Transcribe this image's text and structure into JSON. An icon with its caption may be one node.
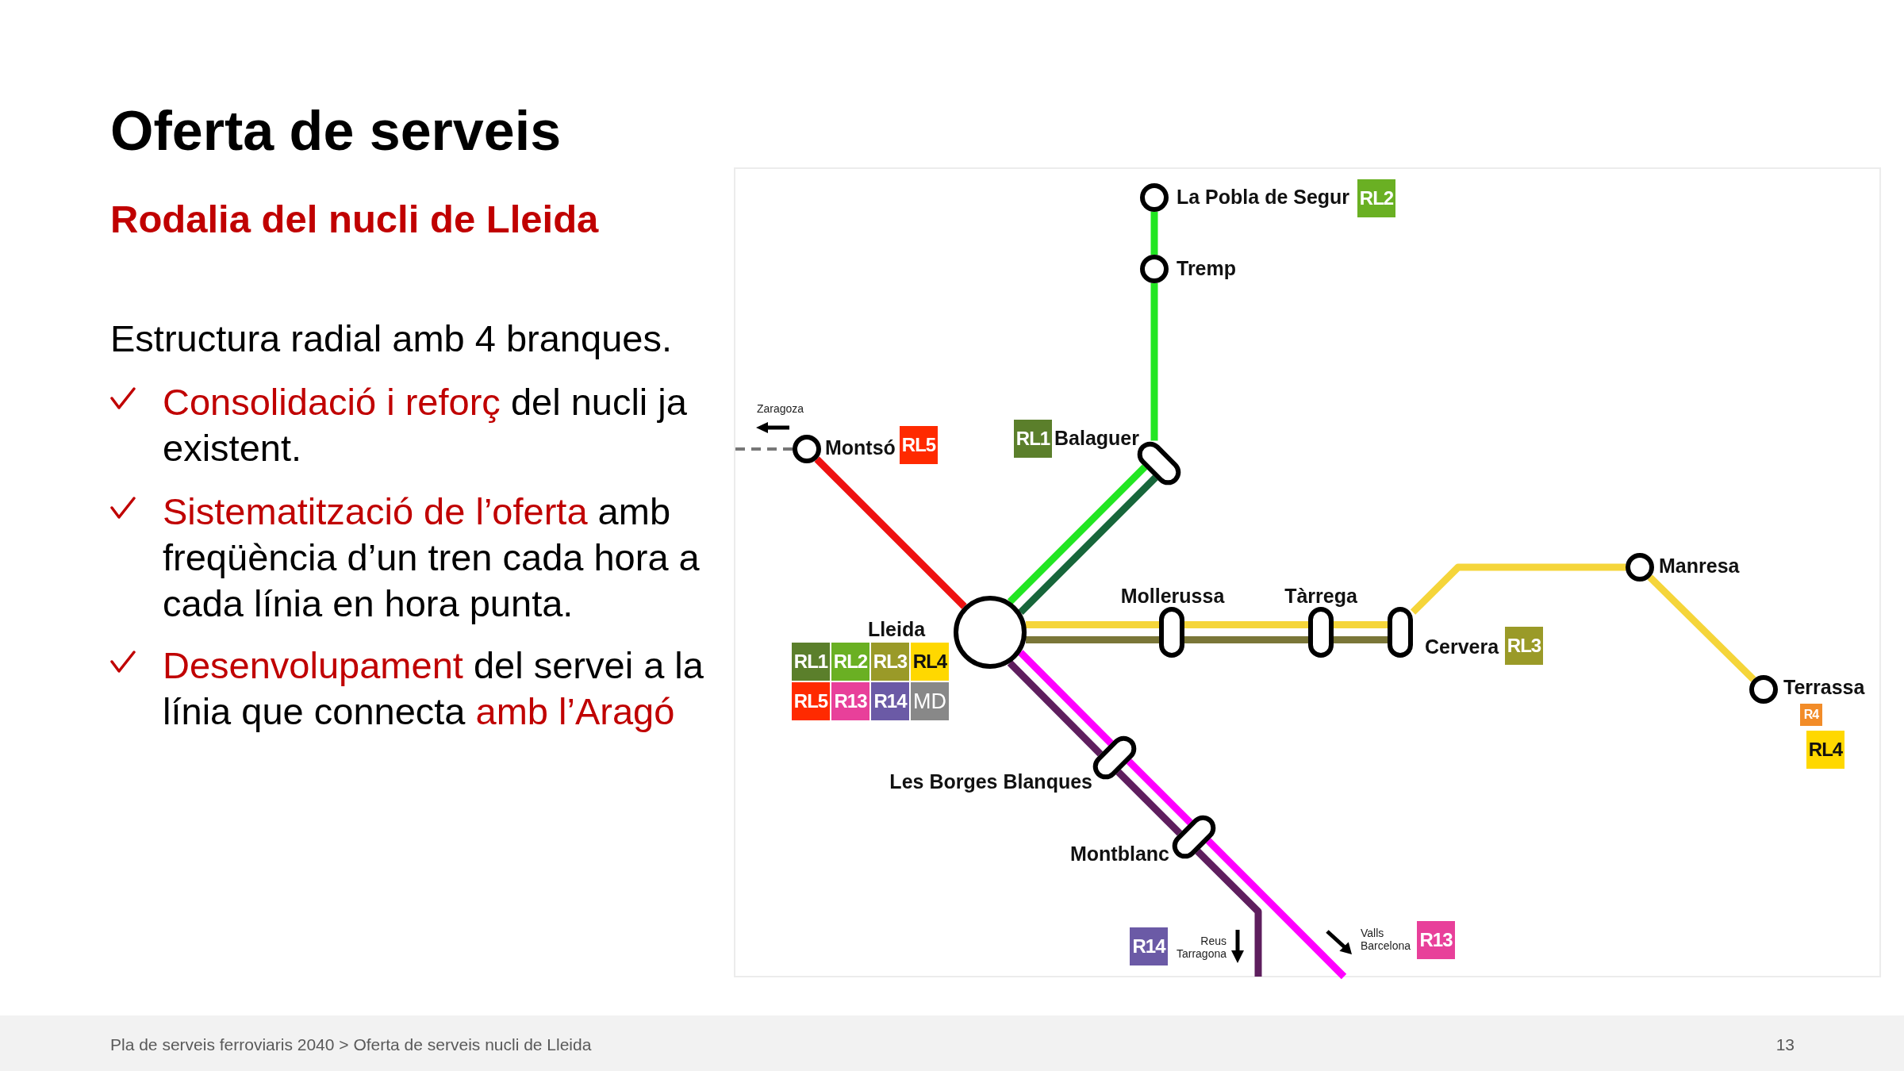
{
  "diagram": {
    "title": "Oferta de serveis",
    "nodes": [
      {
        "text": [
          "La Pobla de Segur"
        ]
      },
      {
        "text": [
          "RL2"
        ]
      },
      {
        "text": [
          "Tremp"
        ]
      },
      {
        "text": [
          "Montsó"
        ]
      },
      {
        "text": [
          "RL5"
        ]
      },
      {
        "text": [
          "RL1"
        ]
      },
      {
        "text": [
          "Balaguer"
        ]
      },
      {
        "text": [
          "Manresa"
        ]
      },
      {
        "text": [
          "Mollerussa"
        ]
      },
      {
        "text": [
          "Tàrrega"
        ]
      },
      {
        "text": [
          "Lleida"
        ]
      },
      {
        "text": [
          "RL1"
        ]
      },
      {
        "text": [
          "RL2"
        ]
      },
      {
        "text": [
          "RL3"
        ]
      },
      {
        "text": [
          "RL4"
        ]
      },
      {
        "text": [
          "RL5"
        ]
      },
      {
        "text": [
          "R13"
        ]
      },
      {
        "text": [
          "R14"
        ]
      },
      {
        "text": [
          "MD"
        ]
      },
      {
        "text": [
          "Cervera"
        ]
      },
      {
        "text": [
          "RL3"
        ]
      },
      {
        "text": [
          "Terrassa"
        ]
      },
      {
        "text": [
          "R4"
        ]
      },
      {
        "text": [
          "RL4"
        ]
      },
      {
        "text": [
          "Les Borges Blanques"
        ]
      },
      {
        "text": [
          "Montblanc"
        ]
      },
      {
        "text": [
          "R14"
        ],
        "beside": [
          "Reus Tarragona"
        ]
      },
      {
        "text": [
          "R13"
        ],
        "beside": [
          "Valls Barcelona"
        ]
      }
    ],
    "edges": [
      {
        "from": 10,
        "to": 6,
        "arrow": "none",
        "color": "#22e622"
      },
      {
        "from": 10,
        "to": 6,
        "arrow": "none",
        "color": "#17663a"
      },
      {
        "from": 6,
        "to": 2,
        "arrow": "none",
        "color": "#22e622"
      },
      {
        "from": 2,
        "to": 0,
        "arrow": "none",
        "color": "#22e622"
      },
      {
        "from": 10,
        "to": 3,
        "arrow": "none",
        "color": "#ee1111"
      },
      {
        "from": 3,
        "to": null,
        "arrow": "none",
        "style": "dashed",
        "color": "#777777"
      },
      {
        "from": 10,
        "to": 8,
        "arrow": "none",
        "color": "#f5d53a"
      },
      {
        "from": 10,
        "to": 8,
        "arrow": "none",
        "color": "#7a7638"
      },
      {
        "from": 8,
        "to": 9,
        "arrow": "none",
        "color": "#f5d53a"
      },
      {
        "from": 8,
        "to": 9,
        "arrow": "none",
        "color": "#7a7638"
      },
      {
        "from": 9,
        "to": 19,
        "arrow": "none",
        "color": "#f5d53a"
      },
      {
        "from": 9,
        "to": 19,
        "arrow": "none",
        "color": "#7a7638"
      },
      {
        "from": 19,
        "to": 7,
        "arrow": "none",
        "color": "#f5d53a"
      },
      {
        "from": 7,
        "to": 21,
        "arrow": "none",
        "color": "#f5d53a"
      },
      {
        "from": 10,
        "to": 24,
        "arrow": "none",
        "color": "#ff00ff"
      },
      {
        "from": 10,
        "to": 24,
        "arrow": "none",
        "color": "#5e1e5e"
      },
      {
        "from": 24,
        "to": 25,
        "arrow": "none",
        "color": "#ff00ff"
      },
      {
        "from": 24,
        "to": 25,
        "arrow": "none",
        "color": "#5e1e5e"
      },
      {
        "from": 25,
        "to": null,
        "arrow": "none",
        "color": "#ff00ff"
      },
      {
        "from": 25,
        "to": null,
        "arrow": "none",
        "color": "#5e1e5e"
      }
    ],
    "labels": [
      "Rodalia del nucli de Lleida",
      "Estructura radial amb 4 branques.",
      "Consolidació i reforç",
      "del nucli ja existent.",
      "Sistematització de l’oferta",
      "amb freqüència d’un tren cada hora a cada línia en hora punta.",
      "Desenvolupament",
      "del servei a la línia que connecta",
      "amb l’Aragó",
      "Zaragoza",
      "Pla de serveis ferroviaris 2040 > Oferta de serveis nucli de Lleida",
      "13"
    ]
  }
}
